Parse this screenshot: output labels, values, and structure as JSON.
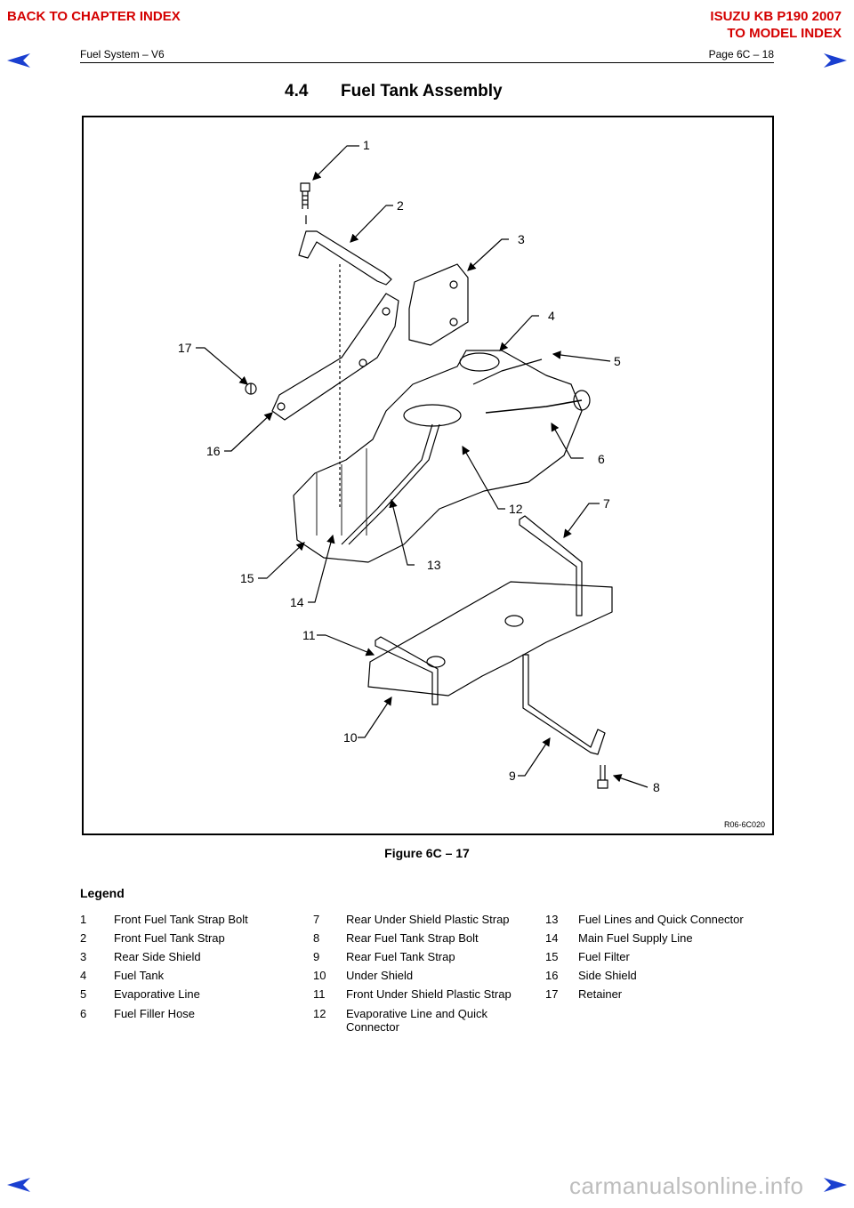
{
  "nav": {
    "back_chapter": "BACK TO CHAPTER INDEX",
    "model_title": "ISUZU KB P190 2007",
    "to_model": "TO MODEL INDEX"
  },
  "header": {
    "left": "Fuel System – V6",
    "right": "Page 6C – 18"
  },
  "section": {
    "number": "4.4",
    "title": "Fuel Tank Assembly"
  },
  "figure": {
    "callouts": [
      "1",
      "2",
      "3",
      "4",
      "5",
      "6",
      "7",
      "8",
      "9",
      "10",
      "11",
      "12",
      "13",
      "14",
      "15",
      "16",
      "17"
    ],
    "ref_code": "R06-6C020",
    "caption": "Figure 6C –  17"
  },
  "legend": {
    "title": "Legend",
    "items": [
      {
        "num": "1",
        "text": "Front Fuel Tank Strap Bolt"
      },
      {
        "num": "2",
        "text": "Front Fuel Tank Strap"
      },
      {
        "num": "3",
        "text": "Rear Side Shield"
      },
      {
        "num": "4",
        "text": "Fuel Tank"
      },
      {
        "num": "5",
        "text": "Evaporative Line"
      },
      {
        "num": "6",
        "text": "Fuel Filler Hose"
      },
      {
        "num": "7",
        "text": "Rear Under Shield Plastic Strap"
      },
      {
        "num": "8",
        "text": "Rear Fuel Tank Strap Bolt"
      },
      {
        "num": "9",
        "text": "Rear Fuel Tank Strap"
      },
      {
        "num": "10",
        "text": "Under Shield"
      },
      {
        "num": "11",
        "text": "Front Under Shield Plastic Strap"
      },
      {
        "num": "12",
        "text": "Evaporative Line and Quick Connector"
      },
      {
        "num": "13",
        "text": "Fuel Lines and Quick Connector"
      },
      {
        "num": "14",
        "text": "Main Fuel Supply Line"
      },
      {
        "num": "15",
        "text": "Fuel Filter"
      },
      {
        "num": "16",
        "text": "Side Shield"
      },
      {
        "num": "17",
        "text": "Retainer"
      }
    ]
  },
  "watermark": "carmanualsonline.info",
  "colors": {
    "nav_link": "#d40000",
    "nav_arrow": "#1a3fd0"
  }
}
